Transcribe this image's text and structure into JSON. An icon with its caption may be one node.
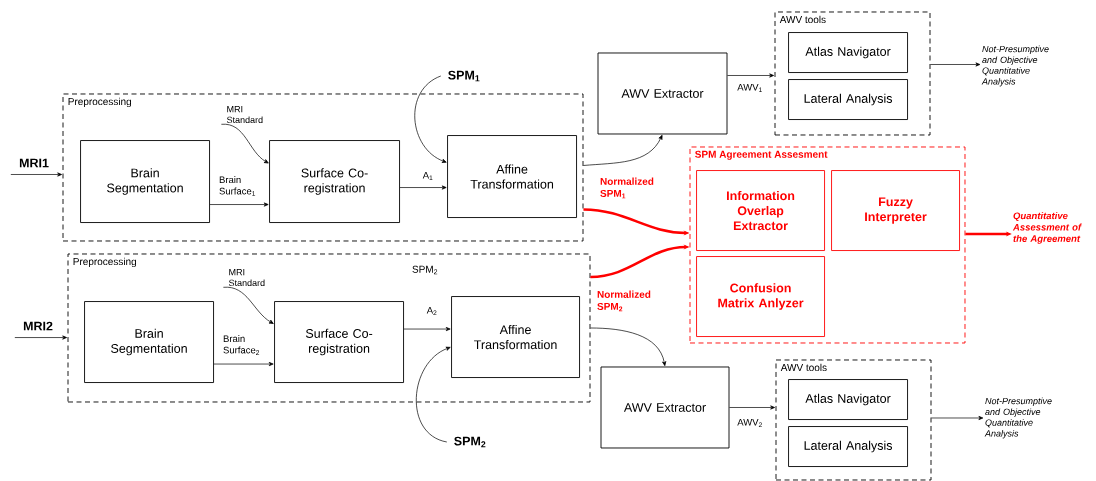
{
  "diagram": {
    "nodes": [
      {
        "text": [
          "MRI1"
        ]
      },
      {
        "text": [
          "Preprocessing"
        ]
      },
      {
        "text": [
          "Brain Segmentation"
        ],
        "in": 1
      },
      {
        "text": [
          "Surface Co-registration"
        ],
        "in": 1
      },
      {
        "text": [
          "Affine Transformation"
        ],
        "in": 1
      },
      {
        "text": [
          "MRI Standard"
        ],
        "in": 1
      },
      {
        "text": [
          "SPM$_{1}$"
        ]
      },
      {
        "text": [
          "AWV Extractor"
        ]
      },
      {
        "text": [
          "AWV tools"
        ]
      },
      {
        "text": [
          "Atlas Navigator"
        ],
        "in": 8
      },
      {
        "text": [
          "Lateral Analysis"
        ],
        "in": 8
      },
      {
        "text": [
          "Not-Presumptive and Objective Quantitative Analysis"
        ]
      },
      {
        "text": [
          "SPM Agreement Assesment"
        ]
      },
      {
        "text": [
          "Information Overlap Extractor"
        ],
        "in": 12
      },
      {
        "text": [
          "Fuzzy Interpreter"
        ],
        "in": 12
      },
      {
        "text": [
          "Confusion Matrix Anlyzer"
        ],
        "in": 12
      },
      {
        "text": [
          "Quantitative Assessment of the Agreement"
        ]
      },
      {
        "text": [
          "MRI2"
        ]
      },
      {
        "text": [
          "Preprocessing"
        ]
      },
      {
        "text": [
          "Brain Segmentation"
        ],
        "in": 18
      },
      {
        "text": [
          "Surface Co-registration"
        ],
        "in": 18
      },
      {
        "text": [
          "Affine Transformation"
        ],
        "in": 18
      },
      {
        "text": [
          "MRI Standard"
        ],
        "in": 18
      },
      {
        "text": [
          "SPM$_{2}$"
        ]
      },
      {
        "text": [
          "AWV Extractor"
        ]
      },
      {
        "text": [
          "AWV tools"
        ]
      },
      {
        "text": [
          "Atlas Navigator"
        ],
        "in": 25
      },
      {
        "text": [
          "Lateral Analysis"
        ],
        "in": 25
      },
      {
        "text": [
          "Not-Presumptive and Objective Quantitative Analysis"
        ]
      }
    ],
    "edges": [
      {
        "from": 0,
        "to": 1,
        "arrow": "to"
      },
      {
        "from": 5,
        "to": 3,
        "arrow": "to"
      },
      {
        "from": 2,
        "to": 3,
        "arrow": "to",
        "label": "Brain Surface$_{1}$"
      },
      {
        "from": 3,
        "to": 4,
        "arrow": "to",
        "label": "A$_{1}$"
      },
      {
        "from": 6,
        "to": 4,
        "arrow": "to"
      },
      {
        "from": 1,
        "to": 7,
        "arrow": "to"
      },
      {
        "from": 7,
        "to": 8,
        "arrow": "to",
        "label": "AWV$_{1}$"
      },
      {
        "from": 8,
        "to": 11,
        "arrow": "to"
      },
      {
        "from": 1,
        "to": 12,
        "arrow": "to",
        "label": "Normalized SPM$_{1}$",
        "style": "thick",
        "color": "#ff0000"
      },
      {
        "from": 18,
        "to": 12,
        "arrow": "to",
        "label": "Normalized SPM$_{2}$",
        "style": "thick",
        "color": "#ff0000"
      },
      {
        "from": 12,
        "to": 16,
        "arrow": "to",
        "style": "thick",
        "color": "#ff0000"
      },
      {
        "from": 17,
        "to": 18,
        "arrow": "to"
      },
      {
        "from": 22,
        "to": 20,
        "arrow": "to"
      },
      {
        "from": 19,
        "to": 20,
        "arrow": "to",
        "label": "Brain Surface$_{2}$"
      },
      {
        "from": 20,
        "to": 21,
        "arrow": "to",
        "label": "A$_{2}$"
      },
      {
        "from": 23,
        "to": 21,
        "arrow": "to"
      },
      {
        "from": 18,
        "to": 24,
        "arrow": "to"
      },
      {
        "from": 24,
        "to": 25,
        "arrow": "to",
        "label": "AWV$_{2}$"
      },
      {
        "from": 25,
        "to": 28,
        "arrow": "to"
      }
    ],
    "labels": [
      "SPM$_{2}$"
    ]
  }
}
